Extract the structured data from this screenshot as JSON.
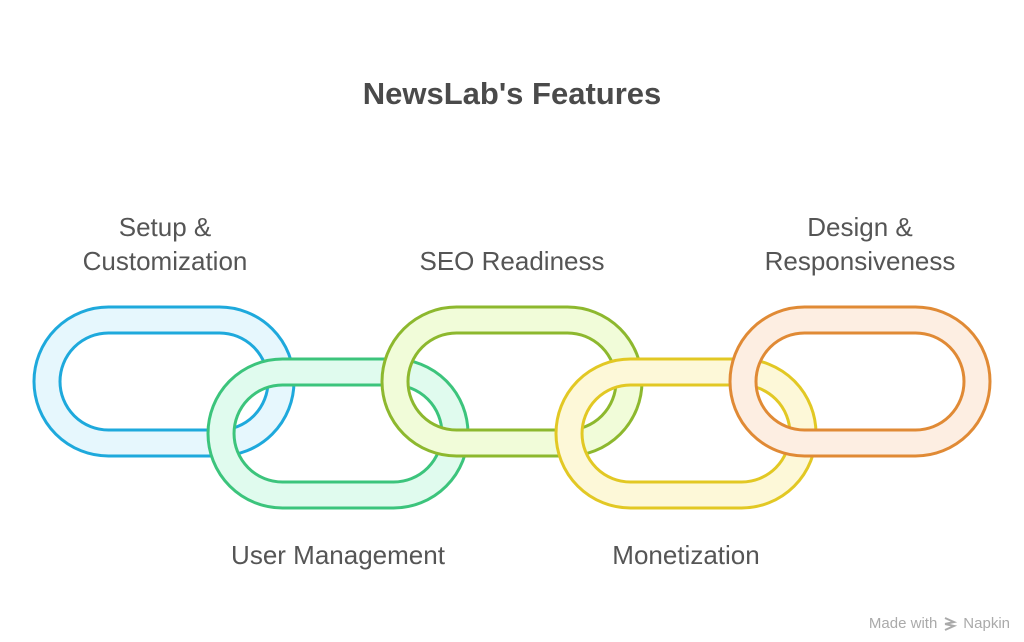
{
  "title": "NewsLab's Features",
  "links": [
    {
      "label": "Setup & Customization",
      "lines": [
        "Setup &",
        "Customization"
      ],
      "stroke": "#1ea9dc",
      "fill": "#e6f7fd"
    },
    {
      "label": "User Management",
      "lines": [
        "User Management"
      ],
      "stroke": "#3cc47c",
      "fill": "#e0fbee"
    },
    {
      "label": "SEO Readiness",
      "lines": [
        "SEO Readiness"
      ],
      "stroke": "#8db82e",
      "fill": "#f1fcd9"
    },
    {
      "label": "Monetization",
      "lines": [
        "Monetization"
      ],
      "stroke": "#e2c824",
      "fill": "#fdf8d8"
    },
    {
      "label": "Design & Responsiveness",
      "lines": [
        "Design &",
        "Responsiveness"
      ],
      "stroke": "#e08a35",
      "fill": "#fdeee2"
    }
  ],
  "credit": {
    "prefix": "Made with",
    "brand": "Napkin"
  }
}
